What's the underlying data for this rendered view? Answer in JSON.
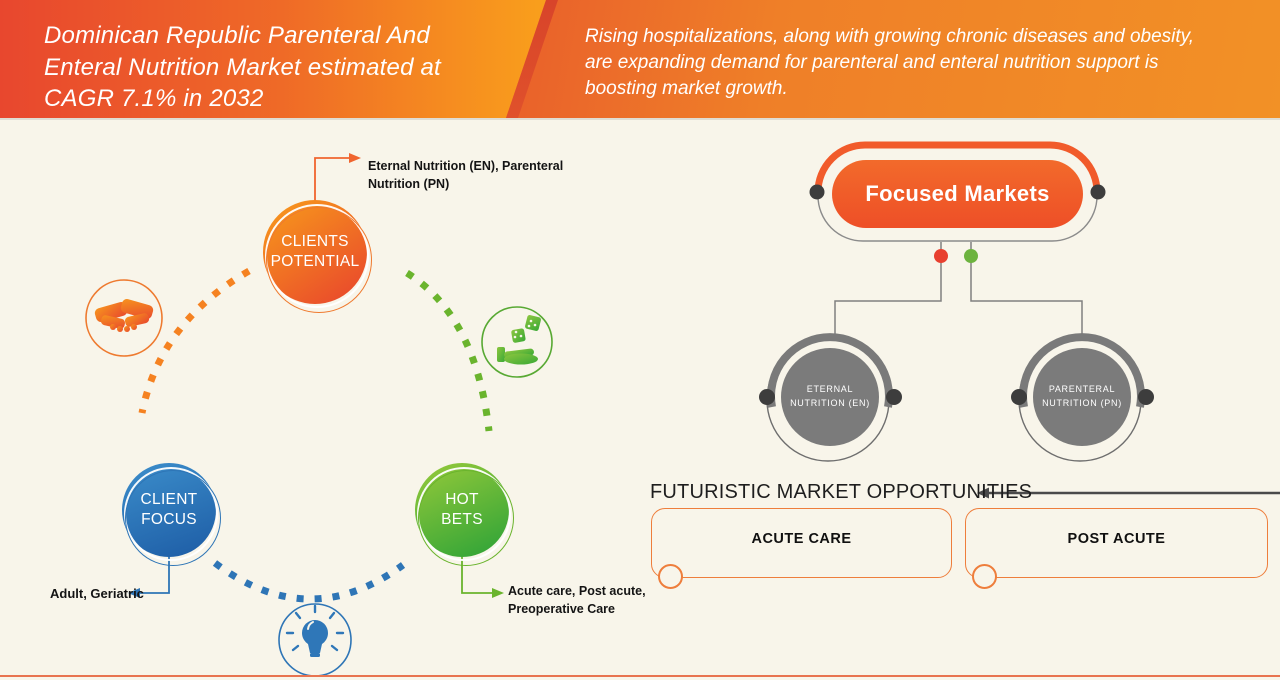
{
  "banner": {
    "title": "Dominican Republic Parenteral And Enteral Nutrition Market estimated at CAGR 7.1% in 2032",
    "subtitle": "Rising hospitalizations, along with growing chronic diseases and obesity, are expanding demand for parenteral and enteral nutrition support is boosting market growth."
  },
  "colors": {
    "background": "#f8f5ea",
    "banner_left_start": "#e8472e",
    "banner_left_end": "#f99e1c",
    "banner_right_end": "#f29126",
    "orange_accent": "#f15b2b",
    "blue_accent": "#2e75b6",
    "green_accent": "#6ab42d",
    "gray_node": "#7b7b7b",
    "dark_dot": "#3d3d3d",
    "red_dot": "#e8402f",
    "green_dot": "#6db33f"
  },
  "cycle": {
    "nodes": [
      {
        "id": "clients-potential",
        "line1": "CLIENTS",
        "line2": "POTENTIAL",
        "annotation": "Eternal Nutrition (EN), Parenteral Nutrition (PN)"
      },
      {
        "id": "client-focus",
        "line1": "CLIENT",
        "line2": "FOCUS",
        "annotation": "Adult, Geriatric"
      },
      {
        "id": "hot-bets",
        "line1": "HOT",
        "line2": "BETS",
        "annotation": "Acute care, Post acute, Preoperative Care"
      }
    ],
    "icons": [
      "handshake-icon",
      "dice-in-hand-icon",
      "lightbulb-icon"
    ]
  },
  "focus_tree": {
    "root_label": "Focused Markets",
    "children": [
      {
        "line1": "ETERNAL",
        "line2": "NUTRITION (EN)"
      },
      {
        "line1": "PARENTERAL",
        "line2": "NUTRITION (PN)"
      }
    ]
  },
  "opportunities": {
    "heading": "FUTURISTIC MARKET OPPORTUNITIES",
    "items": [
      {
        "label": "ACUTE CARE"
      },
      {
        "label": "POST ACUTE"
      }
    ]
  }
}
